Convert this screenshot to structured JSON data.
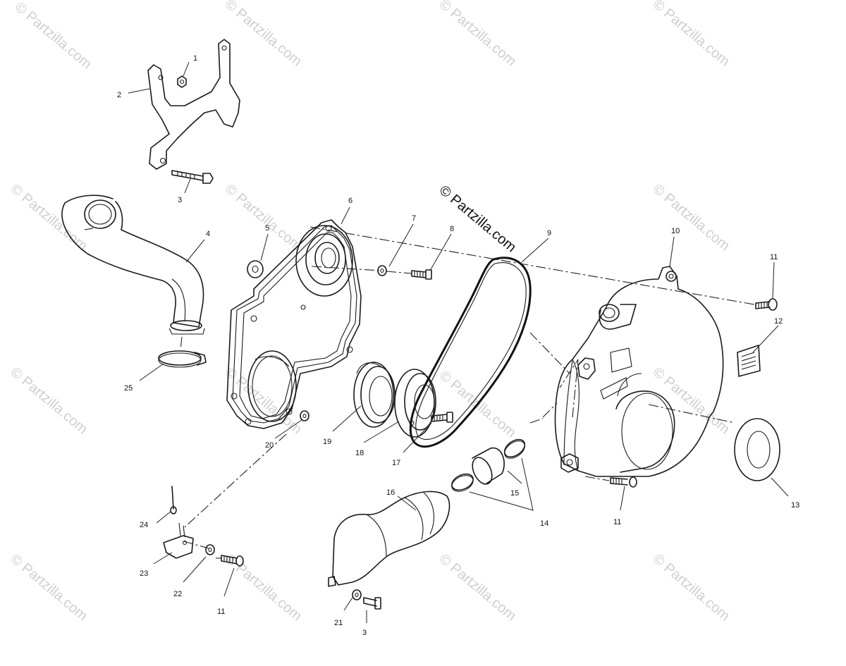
{
  "watermark": "© Partzilla.com",
  "center_watermark": "© Partzilla.com",
  "parts": [
    {
      "id": "1",
      "label": "1"
    },
    {
      "id": "2",
      "label": "2"
    },
    {
      "id": "3a",
      "label": "3"
    },
    {
      "id": "4",
      "label": "4"
    },
    {
      "id": "5",
      "label": "5"
    },
    {
      "id": "6",
      "label": "6"
    },
    {
      "id": "7",
      "label": "7"
    },
    {
      "id": "8",
      "label": "8"
    },
    {
      "id": "9",
      "label": "9"
    },
    {
      "id": "10",
      "label": "10"
    },
    {
      "id": "11a",
      "label": "11"
    },
    {
      "id": "12",
      "label": "12"
    },
    {
      "id": "25",
      "label": "25"
    },
    {
      "id": "20",
      "label": "20"
    },
    {
      "id": "19",
      "label": "19"
    },
    {
      "id": "18",
      "label": "18"
    },
    {
      "id": "17",
      "label": "17"
    },
    {
      "id": "15",
      "label": "15"
    },
    {
      "id": "14",
      "label": "14"
    },
    {
      "id": "11b",
      "label": "11"
    },
    {
      "id": "13",
      "label": "13"
    },
    {
      "id": "16",
      "label": "16"
    },
    {
      "id": "24",
      "label": "24"
    },
    {
      "id": "23",
      "label": "23"
    },
    {
      "id": "22",
      "label": "22"
    },
    {
      "id": "11c",
      "label": "11"
    },
    {
      "id": "21",
      "label": "21"
    },
    {
      "id": "3b",
      "label": "3"
    }
  ]
}
